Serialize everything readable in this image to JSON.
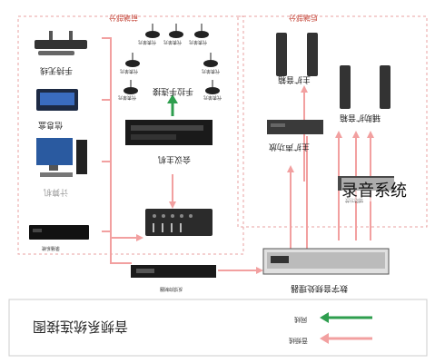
{
  "sections": {
    "front": "前端部分",
    "rear": "后端部分"
  },
  "devices": {
    "handheld_mic": "手持无线",
    "info_box": "信息盒",
    "computer": "计算机",
    "recorder": "录播系统",
    "handheld_mic_receiver": "手拉手连接",
    "conference_host": "会议主机",
    "mixer_label": "",
    "feedback_suppressor": "反馈抑制器",
    "main_speaker": "主扩音箱",
    "main_amp": "主扩声功放",
    "aux_speaker": "辅助扩音箱",
    "aux_amp": "辅助功放",
    "dsp": "数字音频处理器",
    "mic_units": [
      "代表单元",
      "代表单元",
      "代表单元",
      "代表单元",
      "代表单元",
      "代表单元",
      "代表单元"
    ]
  },
  "title": "音频系统连接图",
  "legend": {
    "signal": "网线",
    "audio": "音频线"
  },
  "overlay_text": "录音系统",
  "colors": {
    "audio_line": "#f2a0a0",
    "net_line": "#2e9e4e",
    "dash": "#e8a0a0",
    "section_label": "#c0392b"
  }
}
